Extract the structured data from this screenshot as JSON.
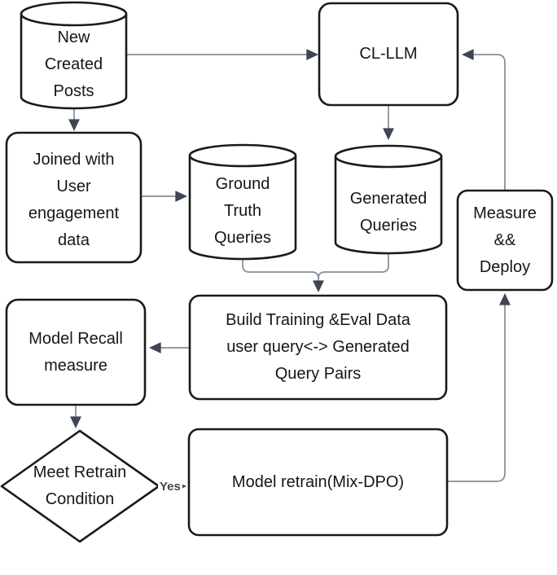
{
  "diagram": {
    "nodes": {
      "new_created_posts": {
        "shape": "cylinder",
        "label": "New\nCreated\nPosts"
      },
      "cl_llm": {
        "shape": "rounded-rectangle",
        "label": "CL-LLM"
      },
      "joined_with_user_engagement_data": {
        "shape": "rounded-rectangle",
        "label": "Joined with\nUser\nengagement\ndata"
      },
      "ground_truth_queries": {
        "shape": "cylinder",
        "label": "Ground\nTruth\nQueries"
      },
      "generated_queries": {
        "shape": "cylinder",
        "label": "Generated\nQueries"
      },
      "measure_and_deploy": {
        "shape": "rounded-rectangle",
        "label": "Measure\n&&\nDeploy"
      },
      "build_training_eval_data": {
        "shape": "rounded-rectangle",
        "label": "Build Training &Eval Data\nuser query<-> Generated\nQuery Pairs"
      },
      "model_recall_measure": {
        "shape": "rounded-rectangle",
        "label": "Model Recall\nmeasure"
      },
      "meet_retrain_condition": {
        "shape": "diamond",
        "label": "Meet Retrain\nCondition"
      },
      "model_retrain": {
        "shape": "rounded-rectangle",
        "label": "Model retrain(Mix-DPO)"
      }
    },
    "edges": [
      {
        "from": "new_created_posts",
        "to": "cl_llm"
      },
      {
        "from": "new_created_posts",
        "to": "joined_with_user_engagement_data"
      },
      {
        "from": "cl_llm",
        "to": "generated_queries"
      },
      {
        "from": "joined_with_user_engagement_data",
        "to": "ground_truth_queries"
      },
      {
        "from": "ground_truth_queries",
        "to": "build_training_eval_data"
      },
      {
        "from": "generated_queries",
        "to": "build_training_eval_data"
      },
      {
        "from": "build_training_eval_data",
        "to": "model_recall_measure"
      },
      {
        "from": "model_recall_measure",
        "to": "meet_retrain_condition"
      },
      {
        "from": "meet_retrain_condition",
        "to": "model_retrain",
        "label": "Yes"
      },
      {
        "from": "model_retrain",
        "to": "measure_and_deploy"
      },
      {
        "from": "measure_and_deploy",
        "to": "cl_llm"
      }
    ],
    "edge_labels": {
      "yes": "Yes"
    },
    "colors": {
      "background": "#ffffff",
      "shape_stroke": "#1a1a1a",
      "shape_fill": "#ffffff",
      "connector": "#868c95",
      "arrowhead": "#3e4651",
      "node_text": "#161616",
      "edge_label_text": "#474747"
    }
  }
}
